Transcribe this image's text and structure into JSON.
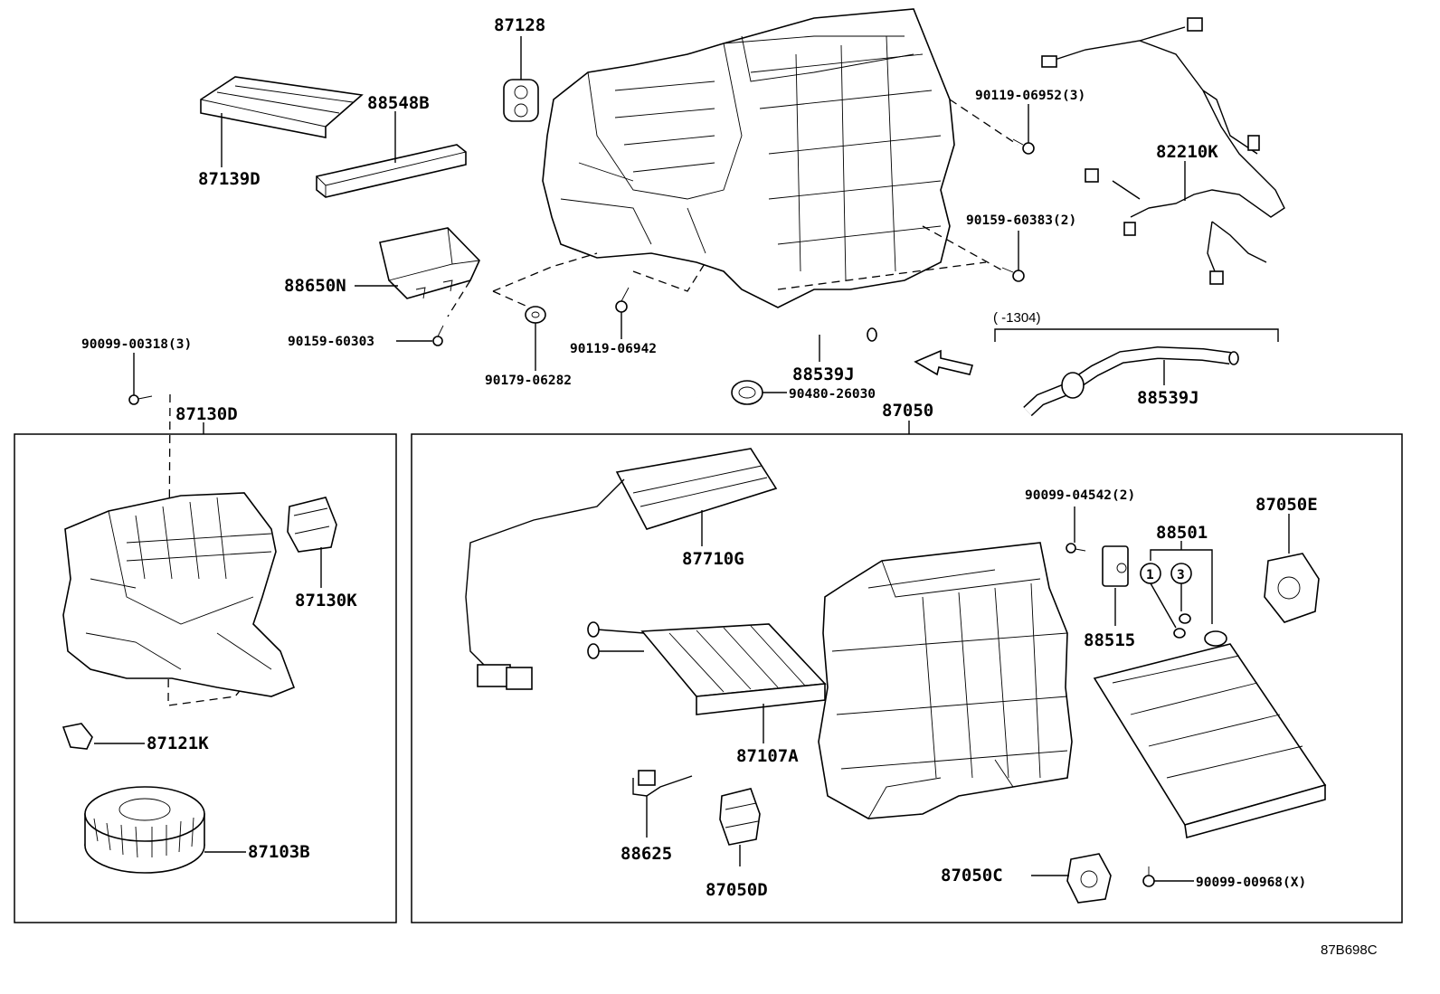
{
  "diagram_code": "87B698C",
  "range_note": "(      -1304)",
  "labels": {
    "p87128": "87128",
    "p88548B": "88548B",
    "p87139D": "87139D",
    "p88650N": "88650N",
    "p90159_60303": "90159-60303",
    "p90179_06282": "90179-06282",
    "p90119_06942": "90119-06942",
    "p90119_06952": "90119-06952(3)",
    "p82210K": "82210K",
    "p90159_60383": "90159-60383(2)",
    "p90099_00318": "90099-00318(3)",
    "p88539J_a": "88539J",
    "p90480_26030": "90480-26030",
    "p88539J_b": "88539J",
    "p87130D": "87130D",
    "p87050": "87050",
    "p87130K": "87130K",
    "p87121K": "87121K",
    "p87103B": "87103B",
    "p87710G": "87710G",
    "p90099_04542": "90099-04542(2)",
    "p88501": "88501",
    "p87050E": "87050E",
    "p88515": "88515",
    "p87107A": "87107A",
    "p88625": "88625",
    "p87050D": "87050D",
    "p87050C": "87050C",
    "p90099_00968": "90099-00968(X)",
    "circle1": "1",
    "circle3": "3"
  },
  "icons": {
    "direction_arrow": "arrow-left-icon"
  }
}
